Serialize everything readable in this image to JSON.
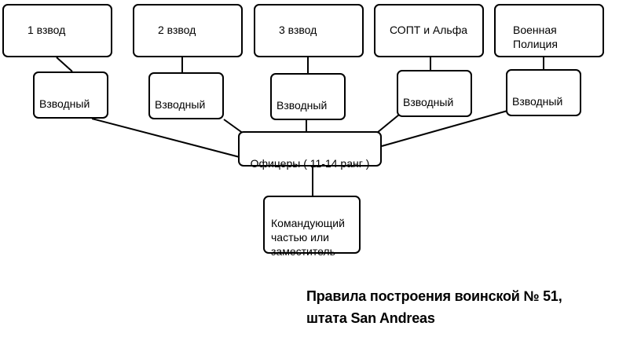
{
  "units": [
    {
      "label": "1 взвод"
    },
    {
      "label": "2 взвод"
    },
    {
      "label": "3 взвод"
    },
    {
      "label": "СОПТ и Альфа"
    },
    {
      "label": "Военная\nПолиция"
    }
  ],
  "leaders": [
    {
      "label": "Взводный"
    },
    {
      "label": "Взводный"
    },
    {
      "label": "Взводный"
    },
    {
      "label": "Взводный"
    },
    {
      "label": "Взводный"
    }
  ],
  "officers": {
    "label": "Офицеры ( 11-14 ранг )"
  },
  "commander": {
    "label": "Командующий\nчастью или\nзаместитель"
  },
  "caption": {
    "line1": "Правила построения воинской № 51,",
    "line2": "штата San Andreas"
  },
  "colors": {
    "stroke": "#000000",
    "background": "#ffffff"
  }
}
